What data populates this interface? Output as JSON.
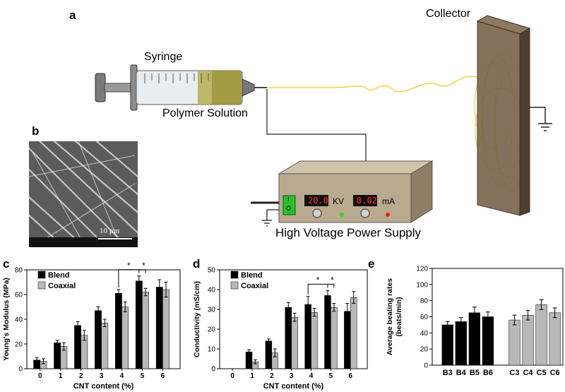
{
  "panel_letters": {
    "a": "a",
    "b": "b",
    "c": "c",
    "d": "d",
    "e": "e"
  },
  "apparatus": {
    "syringe_label": "Syringe",
    "polymer_label": "Polymer Solution",
    "collector_label": "Collector",
    "power_supply_label": "High Voltage Power Supply",
    "voltage_display": "20.0",
    "voltage_unit": "KV",
    "current_display": "0.02",
    "current_unit": "mA",
    "switch_on": "I",
    "switch_off": "O"
  },
  "sem": {
    "scale_label": "10 μm"
  },
  "colors": {
    "fiber": "#f2d24a",
    "blend_bar": "#000000",
    "coaxial_bar": "#b8b8b8",
    "box": "#b9a98e",
    "display_text": "#ff2a2a",
    "switch": "#28c028",
    "collector": "#6e5a48"
  },
  "chart_data": [
    {
      "type": "bar",
      "panel": "c",
      "xlabel": "CNT content (%)",
      "ylabel": "Young's Modulus (MPa)",
      "ylim": [
        0,
        80
      ],
      "yticks": [
        0,
        20,
        40,
        60,
        80
      ],
      "categories": [
        "0",
        "1",
        "2",
        "3",
        "4",
        "5",
        "6"
      ],
      "series": [
        {
          "name": "Blend",
          "values": [
            7,
            21,
            35,
            47,
            61,
            71,
            66
          ],
          "errors": [
            2,
            2,
            3,
            3,
            3,
            4,
            6
          ]
        },
        {
          "name": "Coaxial",
          "values": [
            6,
            18,
            27,
            37,
            50,
            62,
            64
          ],
          "errors": [
            2,
            3,
            4,
            3,
            4,
            3,
            6
          ]
        }
      ],
      "significance": [
        {
          "label": "*",
          "from": "4",
          "to": "5"
        },
        {
          "label": "*",
          "from": "5",
          "to": "5c"
        }
      ]
    },
    {
      "type": "bar",
      "panel": "d",
      "xlabel": "CNT content (%)",
      "ylabel": "Conductivity (mS/cm)",
      "ylim": [
        0,
        50
      ],
      "yticks": [
        0,
        10,
        20,
        30,
        40,
        50
      ],
      "categories": [
        "0",
        "1",
        "2",
        "3",
        "4",
        "5",
        "6"
      ],
      "series": [
        {
          "name": "Blend",
          "values": [
            0,
            8.5,
            14,
            31,
            32.5,
            37,
            29
          ],
          "errors": [
            0,
            1,
            1,
            2.5,
            4,
            2.5,
            4
          ]
        },
        {
          "name": "Coaxial",
          "values": [
            0,
            3.5,
            8,
            26,
            28.5,
            31,
            36
          ],
          "errors": [
            0,
            1,
            2,
            2,
            2,
            2,
            3
          ]
        }
      ],
      "significance": [
        {
          "label": "*",
          "from": "4",
          "to": "5"
        },
        {
          "label": "*",
          "from": "5",
          "to": "5c"
        }
      ]
    },
    {
      "type": "bar",
      "panel": "e",
      "ylabel": "Average beating rates (beats/min)",
      "ylim": [
        0,
        120
      ],
      "yticks": [
        0,
        20,
        40,
        60,
        80,
        100,
        120
      ],
      "categories": [
        "B3",
        "B4",
        "B5",
        "B6",
        "C3",
        "C4",
        "C5",
        "C6"
      ],
      "values": [
        50,
        54,
        65,
        60,
        56,
        62,
        75,
        65
      ],
      "errors": [
        4,
        5,
        7,
        6,
        6,
        6,
        6,
        6
      ]
    }
  ]
}
